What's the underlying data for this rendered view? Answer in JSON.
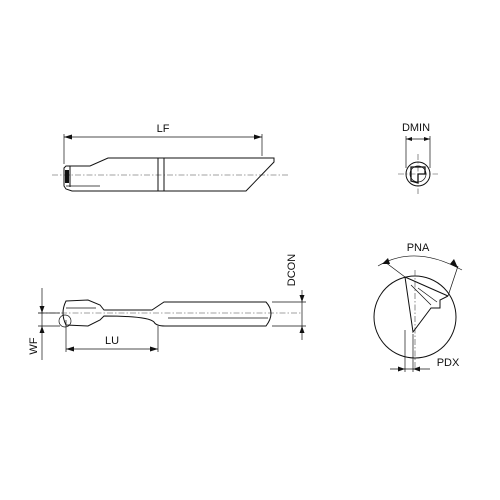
{
  "labels": {
    "lf": "LF",
    "dmin": "DMIN",
    "dcon": "DCON",
    "pna": "PNA",
    "wf": "WF",
    "lu": "LU",
    "pdx": "PDX"
  }
}
